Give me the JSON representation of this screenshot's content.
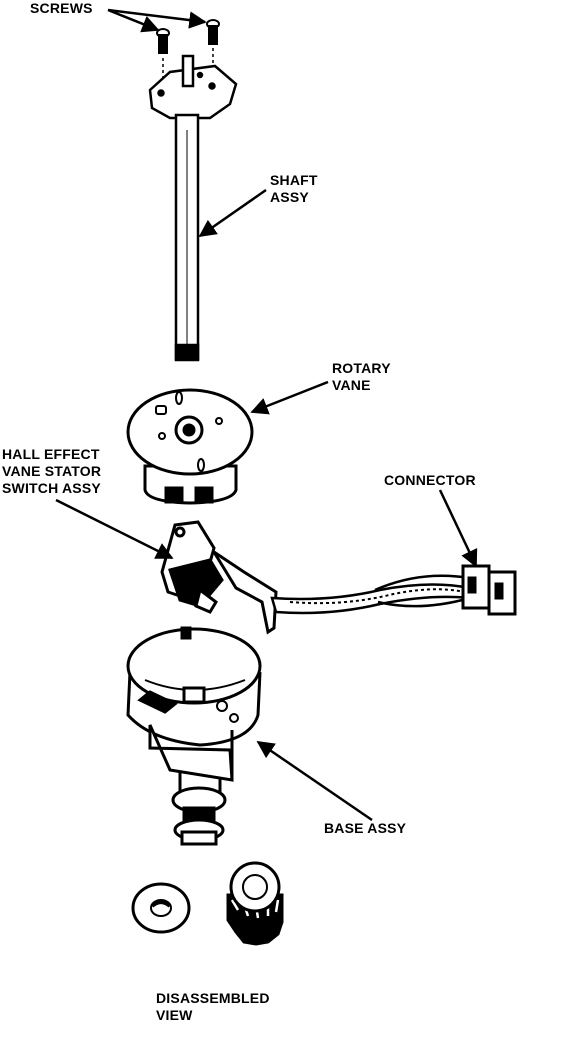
{
  "labels": {
    "screws": "SCREWS",
    "shaft": [
      "SHAFT",
      "ASSY"
    ],
    "rotary_vane": [
      "ROTARY",
      "VANE"
    ],
    "hall_effect": [
      "HALL EFFECT",
      "VANE STATOR",
      "SWITCH ASSY"
    ],
    "connector": "CONNECTOR",
    "base": "BASE ASSY",
    "disassembled": [
      "DISASSEMBLED",
      "VIEW"
    ]
  },
  "colors": {
    "ink": "#000000",
    "paper": "#ffffff"
  }
}
